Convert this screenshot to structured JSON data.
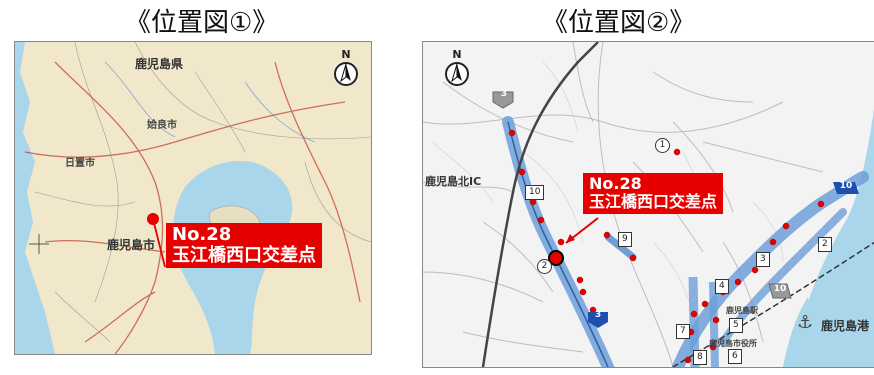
{
  "panel1": {
    "title": "《位置図①》",
    "labels": {
      "prefecture": "鹿児島県",
      "city": "鹿児島市",
      "small_north": "姶良市",
      "small_west": "日置市"
    },
    "compass": "N",
    "callout": {
      "line1": "No.28",
      "line2": "玉江橋西口交差点"
    }
  },
  "panel2": {
    "title": "《位置図②》",
    "labels": {
      "ic": "鹿児島北IC",
      "station": "鹿児島駅",
      "city_hall": "鹿児島市役所",
      "port": "鹿児島港"
    },
    "compass": "N",
    "callout": {
      "line1": "No.28",
      "line2": "玉江橋西口交差点"
    },
    "route_shields": [
      "3",
      "3",
      "10",
      "10"
    ],
    "box_numbers": [
      "10",
      "9",
      "4",
      "3",
      "2",
      "7",
      "5",
      "8",
      "6"
    ],
    "circle_numbers": [
      "1",
      "2"
    ]
  },
  "colors": {
    "accent": "#e60000",
    "land": "#f1e8cc",
    "sea": "#a9d6ea",
    "route": "#6c9fd8"
  }
}
